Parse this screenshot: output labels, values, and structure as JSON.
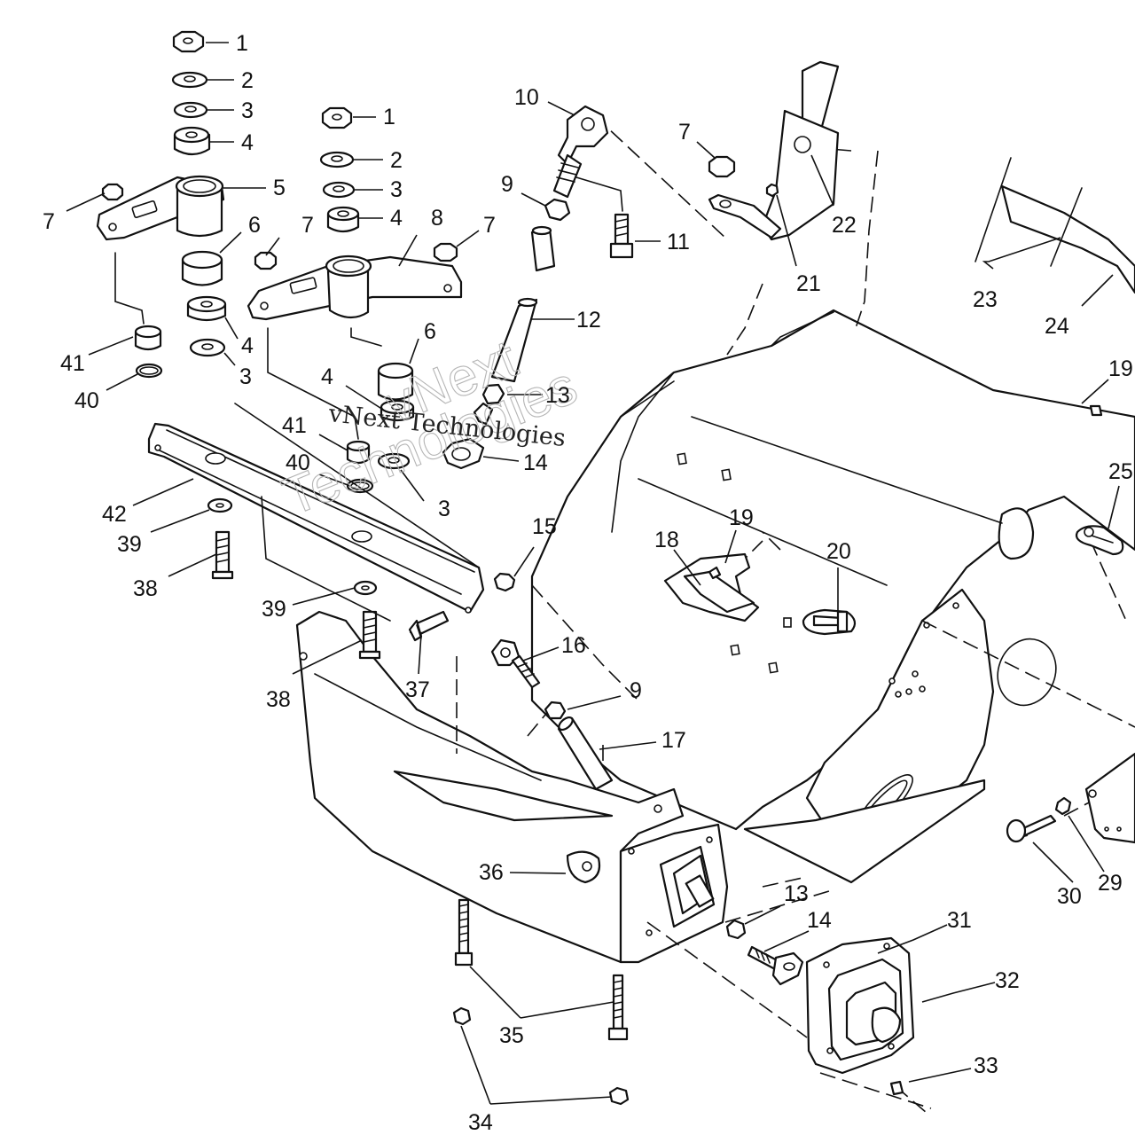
{
  "watermark": {
    "line1": "vNext Technologies",
    "line2": "vNext",
    "line3": "Technologies"
  },
  "callouts": [
    {
      "id": "c1a",
      "label": "1"
    },
    {
      "id": "c2a",
      "label": "2"
    },
    {
      "id": "c3a",
      "label": "3"
    },
    {
      "id": "c4a",
      "label": "4"
    },
    {
      "id": "c5",
      "label": "5"
    },
    {
      "id": "c7a",
      "label": "7"
    },
    {
      "id": "c6a",
      "label": "6"
    },
    {
      "id": "c41a",
      "label": "41"
    },
    {
      "id": "c40a",
      "label": "40"
    },
    {
      "id": "c4b",
      "label": "4"
    },
    {
      "id": "c3b",
      "label": "3"
    },
    {
      "id": "c1b",
      "label": "1"
    },
    {
      "id": "c2b",
      "label": "2"
    },
    {
      "id": "c3c",
      "label": "3"
    },
    {
      "id": "c4c",
      "label": "4"
    },
    {
      "id": "c7b",
      "label": "7"
    },
    {
      "id": "c8",
      "label": "8"
    },
    {
      "id": "c7c",
      "label": "7"
    },
    {
      "id": "c6b",
      "label": "6"
    },
    {
      "id": "c4d",
      "label": "4"
    },
    {
      "id": "c41b",
      "label": "41"
    },
    {
      "id": "c40b",
      "label": "40"
    },
    {
      "id": "c3d",
      "label": "3"
    },
    {
      "id": "c10",
      "label": "10"
    },
    {
      "id": "c9a",
      "label": "9"
    },
    {
      "id": "c11",
      "label": "11"
    },
    {
      "id": "c12",
      "label": "12"
    },
    {
      "id": "c13a",
      "label": "13"
    },
    {
      "id": "c14a",
      "label": "14"
    },
    {
      "id": "c7d",
      "label": "7"
    },
    {
      "id": "c22",
      "label": "22"
    },
    {
      "id": "c21",
      "label": "21"
    },
    {
      "id": "c23",
      "label": "23"
    },
    {
      "id": "c24",
      "label": "24"
    },
    {
      "id": "c19a",
      "label": "19"
    },
    {
      "id": "c25",
      "label": "25"
    },
    {
      "id": "c42",
      "label": "42"
    },
    {
      "id": "c39a",
      "label": "39"
    },
    {
      "id": "c38a",
      "label": "38"
    },
    {
      "id": "c15",
      "label": "15"
    },
    {
      "id": "c18",
      "label": "18"
    },
    {
      "id": "c19b",
      "label": "19"
    },
    {
      "id": "c20",
      "label": "20"
    },
    {
      "id": "c39b",
      "label": "39"
    },
    {
      "id": "c38b",
      "label": "38"
    },
    {
      "id": "c37",
      "label": "37"
    },
    {
      "id": "c16",
      "label": "16"
    },
    {
      "id": "c9b",
      "label": "9"
    },
    {
      "id": "c17",
      "label": "17"
    },
    {
      "id": "c36",
      "label": "36"
    },
    {
      "id": "c13b",
      "label": "13"
    },
    {
      "id": "c14b",
      "label": "14"
    },
    {
      "id": "c31",
      "label": "31"
    },
    {
      "id": "c32",
      "label": "32"
    },
    {
      "id": "c33",
      "label": "33"
    },
    {
      "id": "c35",
      "label": "35"
    },
    {
      "id": "c34",
      "label": "34"
    },
    {
      "id": "c30",
      "label": "30"
    },
    {
      "id": "c29",
      "label": "29"
    }
  ]
}
